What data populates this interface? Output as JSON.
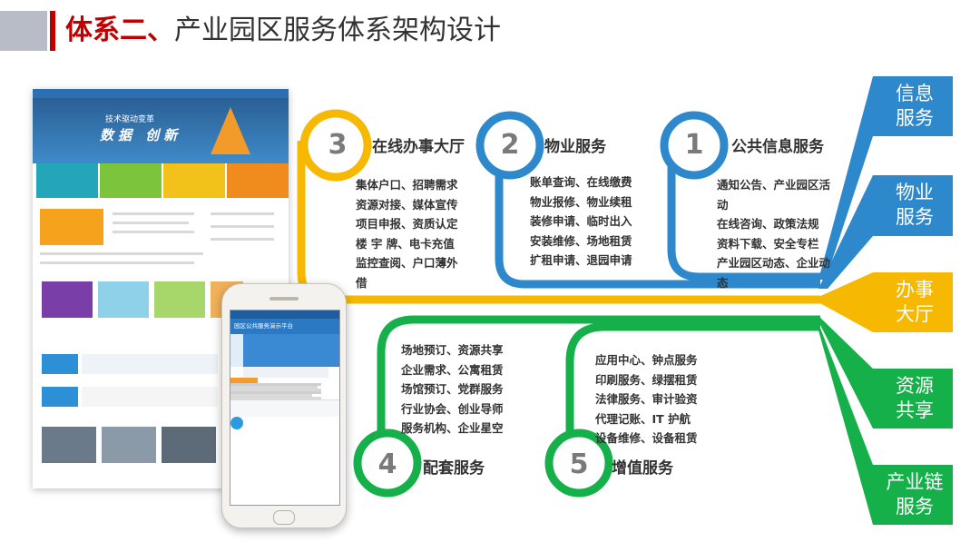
{
  "header": {
    "title_prefix": "体系二、",
    "title_main": "产业园区服务体系架构设计"
  },
  "colors": {
    "yellow": "#f6b800",
    "blue": "#2e88cc",
    "green": "#16b04a",
    "accent_red": "#c00000"
  },
  "services": [
    {
      "number": "3",
      "name": "在线办事大厅",
      "items": [
        "集体户口、招聘需求",
        "资源对接、媒体宣传",
        "项目申报、资质认定",
        "楼 宇 牌、电卡充值",
        "监控查阅、户口薄外",
        "借"
      ]
    },
    {
      "number": "2",
      "name": "物业服务",
      "items": [
        "账单查询、在线缴费",
        "物业报修、物业续租",
        "装修申请、临时出入",
        "安装维修、场地租赁",
        "扩租申请、退园申请"
      ]
    },
    {
      "number": "1",
      "name": "公共信息服务",
      "items": [
        "通知公告、产业园区活",
        "动",
        "在线咨询、政策法规",
        "资料下载、安全专栏",
        "产业园区动态、企业动",
        "态"
      ]
    },
    {
      "number": "4",
      "name": "配套服务",
      "items": [
        "场地预订、资源共享",
        "企业需求、公寓租赁",
        "场馆预订、党群服务",
        "行业协会、创业导师",
        "服务机构、企业星空"
      ]
    },
    {
      "number": "5",
      "name": "增值服务",
      "items": [
        "应用中心、钟点服务",
        "印刷服务、绿摆租赁",
        "法律服务、审计验资",
        "代理记账、IT 护航",
        "设备维修、设备租赁"
      ]
    }
  ],
  "tabs": [
    {
      "line1": "信息",
      "line2": "服务"
    },
    {
      "line1": "物业",
      "line2": "服务"
    },
    {
      "line1": "办事",
      "line2": "大厅"
    },
    {
      "line1": "资源",
      "line2": "共享"
    },
    {
      "line1": "产业链",
      "line2": "服务"
    }
  ],
  "website": {
    "slogan": "技术驱动变革",
    "logo_text": "数据 创新"
  },
  "phone": {
    "app_title": "园区公共服务演示平台"
  }
}
